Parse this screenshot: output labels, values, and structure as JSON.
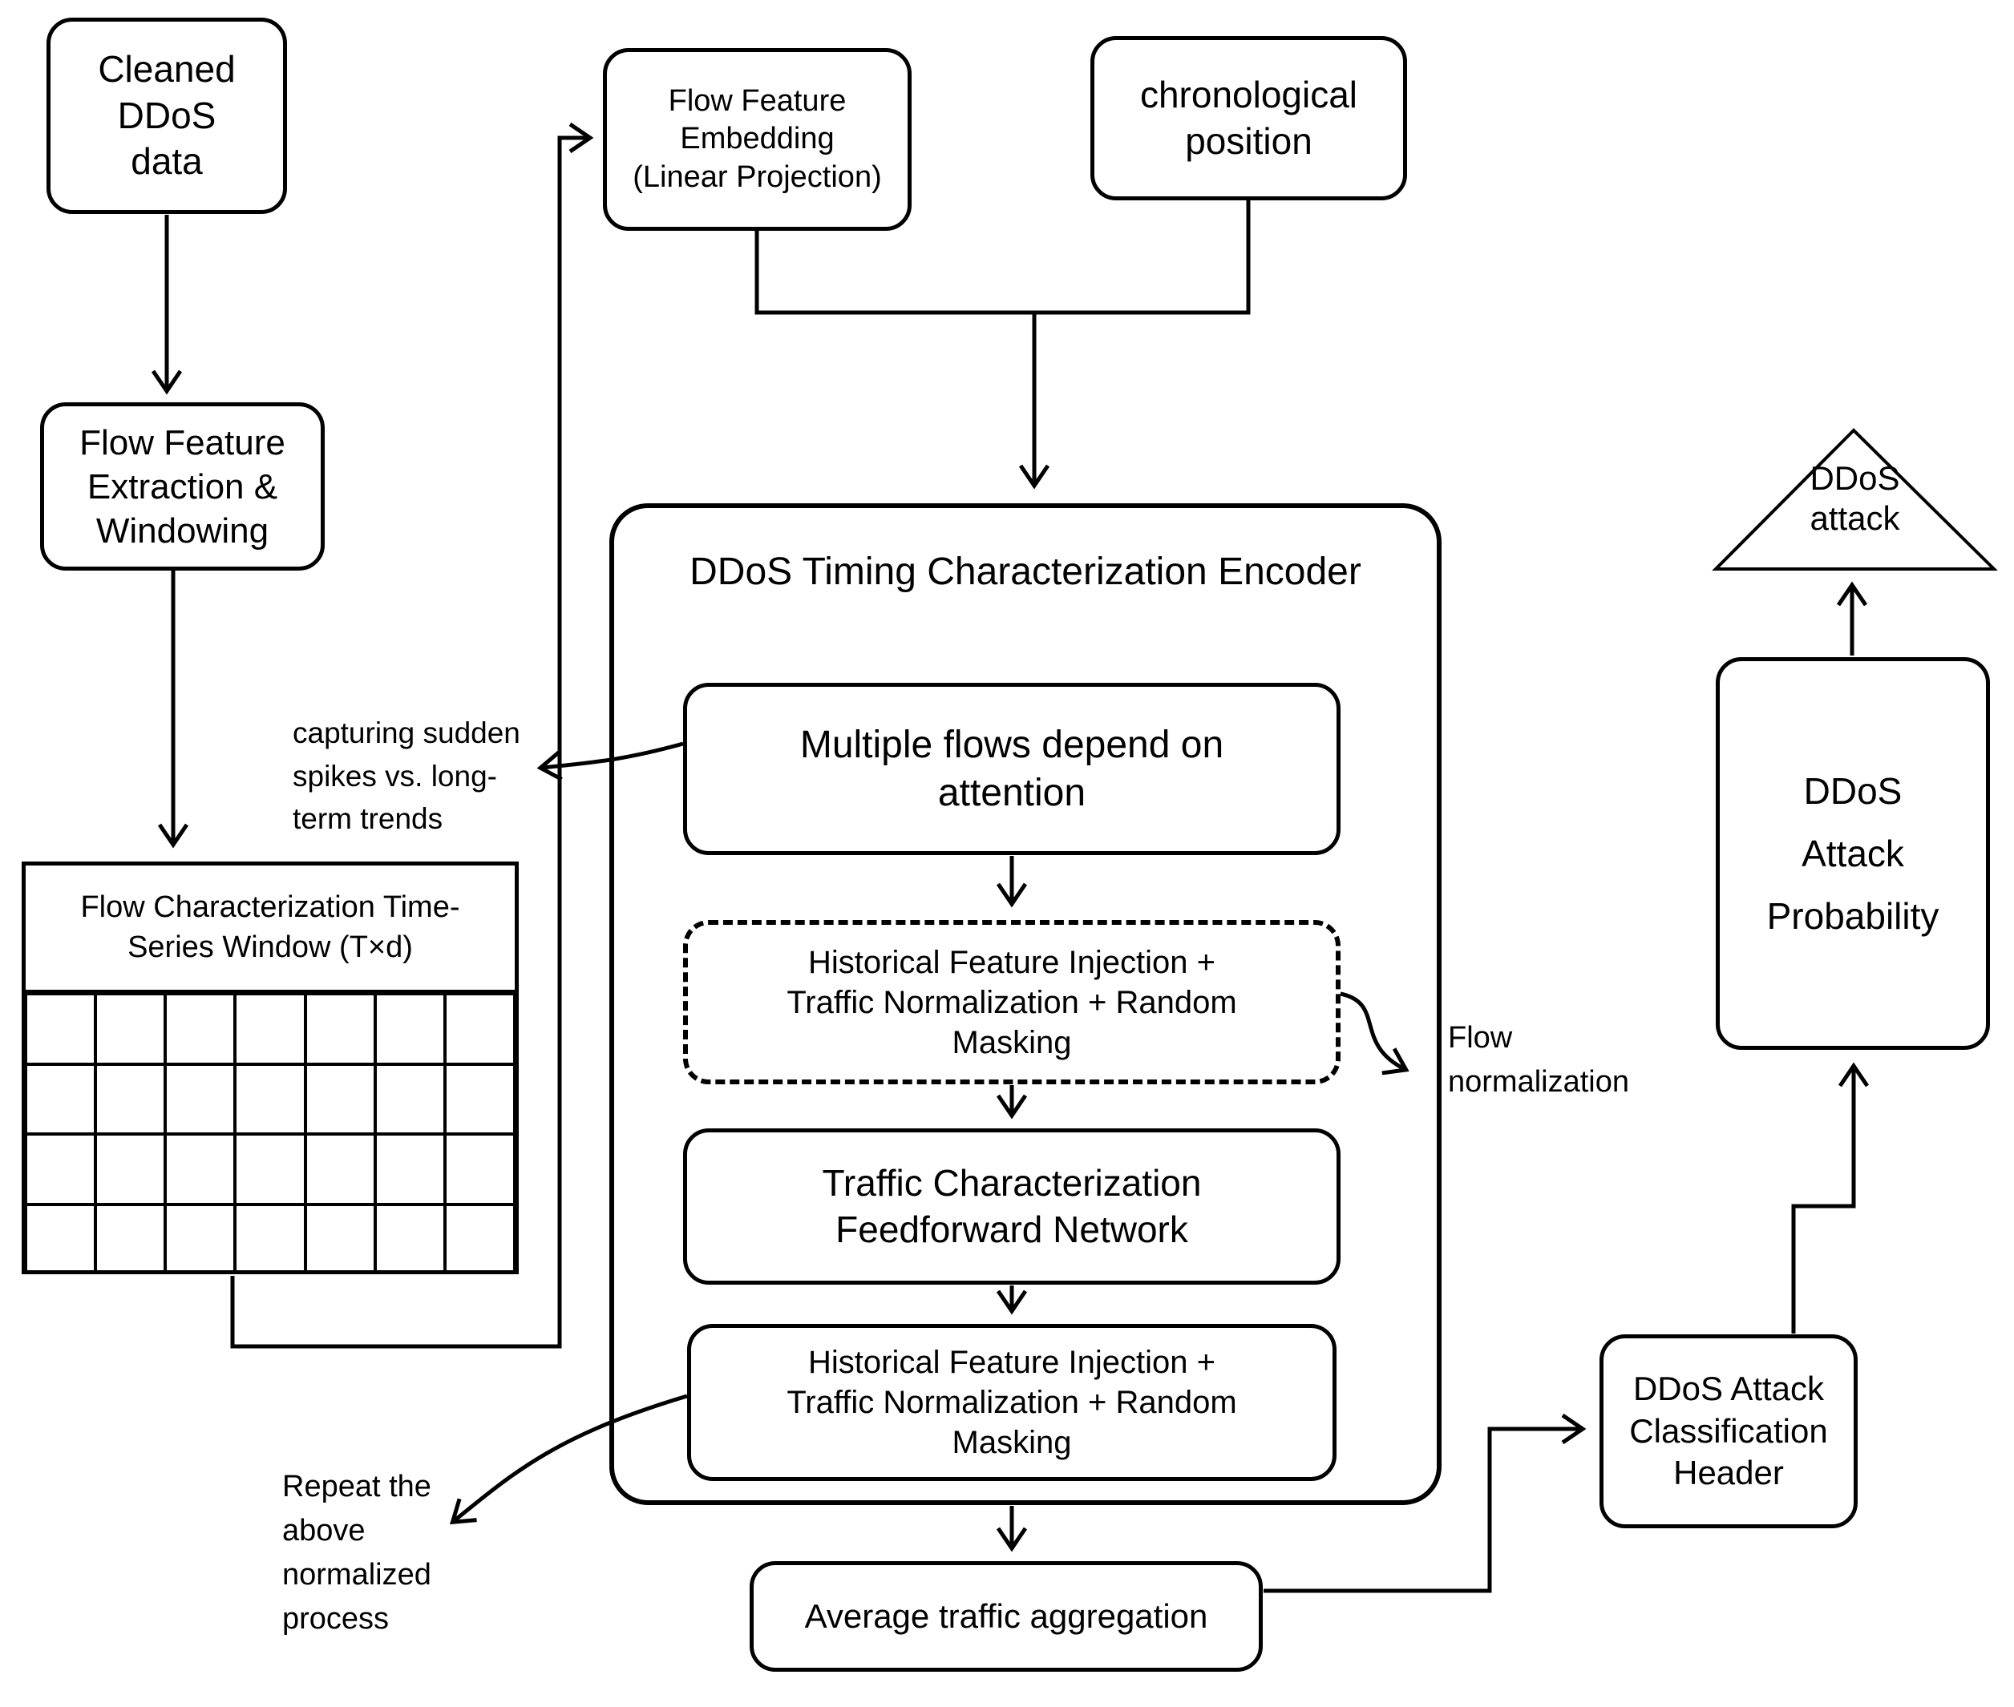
{
  "figure": {
    "type": "flowchart",
    "colors": {
      "stroke": "#000000",
      "background": "#ffffff"
    },
    "nodes": {
      "cleaned_data": {
        "label": "Cleaned DDoS\ndata"
      },
      "flow_feature_embedding": {
        "label": "Flow Feature\nEmbedding\n(Linear Projection)"
      },
      "chronological_position": {
        "label": "chronological\nposition"
      },
      "flow_feature_extraction": {
        "label": "Flow Feature\nExtraction &\nWindowing"
      },
      "time_series_window": {
        "title": "Flow Characterization Time-\nSeries Window (T×d)",
        "grid_rows": 4,
        "grid_cols": 7
      },
      "encoder": {
        "title": "DDoS Timing Characterization Encoder"
      },
      "multiple_flows": {
        "label": "Multiple flows depend on\nattention"
      },
      "injection_masking_1": {
        "label": "Historical Feature Injection +\nTraffic Normalization + Random\nMasking",
        "border": "dashed"
      },
      "feedforward": {
        "label": "Traffic Characterization\nFeedforward Network"
      },
      "injection_masking_2": {
        "label": "Historical Feature Injection +\nTraffic Normalization + Random\nMasking",
        "border": "solid"
      },
      "average_aggregation": {
        "label": "Average traffic aggregation"
      },
      "classification_header": {
        "label": "DDoS Attack\nClassification\nHeader"
      },
      "attack_probability": {
        "label": "DDoS\nAttack\nProbability"
      },
      "ddos_attack": {
        "label": "DDoS\nattack",
        "shape": "triangle"
      }
    },
    "annotations": {
      "capturing": {
        "text": "capturing sudden\nspikes vs. long-\nterm trends"
      },
      "flow_normalization": {
        "text": "Flow\nnormalization"
      },
      "repeat_process": {
        "text": "Repeat the\nabove\nnormalized\nprocess"
      }
    }
  }
}
